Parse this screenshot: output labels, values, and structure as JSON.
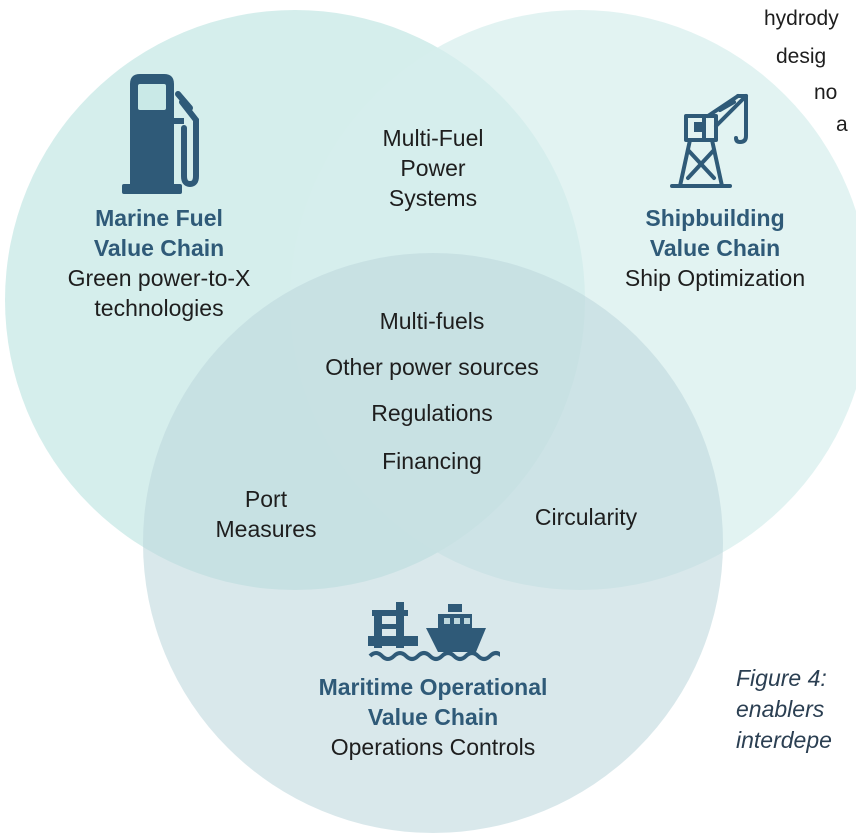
{
  "colors": {
    "fuel_circle": "#c9e9e7",
    "ship_circle": "#d7efed",
    "ops_circle": "#bdd7dd",
    "title": "#2f5a78",
    "icon": "#2f5a78"
  },
  "circles": {
    "marine_fuel": {
      "title_line1": "Marine Fuel",
      "title_line2": "Value Chain",
      "subtitle_line1": "Green power-to-X",
      "subtitle_line2": "technologies",
      "icon": "fuel-pump-icon"
    },
    "shipbuilding": {
      "title_line1": "Shipbuilding",
      "title_line2": "Value Chain",
      "subtitle": "Ship Optimization",
      "icon": "crane-icon"
    },
    "operational": {
      "title_line1": "Maritime Operational",
      "title_line2": "Value Chain",
      "subtitle": "Operations Controls",
      "icon": "port-ship-icon"
    }
  },
  "intersections": {
    "fuel_ship": [
      "Multi-Fuel",
      "Power",
      "Systems"
    ],
    "fuel_ops": [
      "Port",
      "Measures"
    ],
    "ship_ops": [
      "Circularity"
    ],
    "center": [
      "Multi-fuels",
      "Other power sources",
      "Regulations",
      "Financing"
    ]
  },
  "cut_off_text": [
    "hydrody",
    "desig",
    "no",
    "a"
  ],
  "caption_lines": [
    "Figure 4:",
    "enablers",
    "interdepe"
  ]
}
